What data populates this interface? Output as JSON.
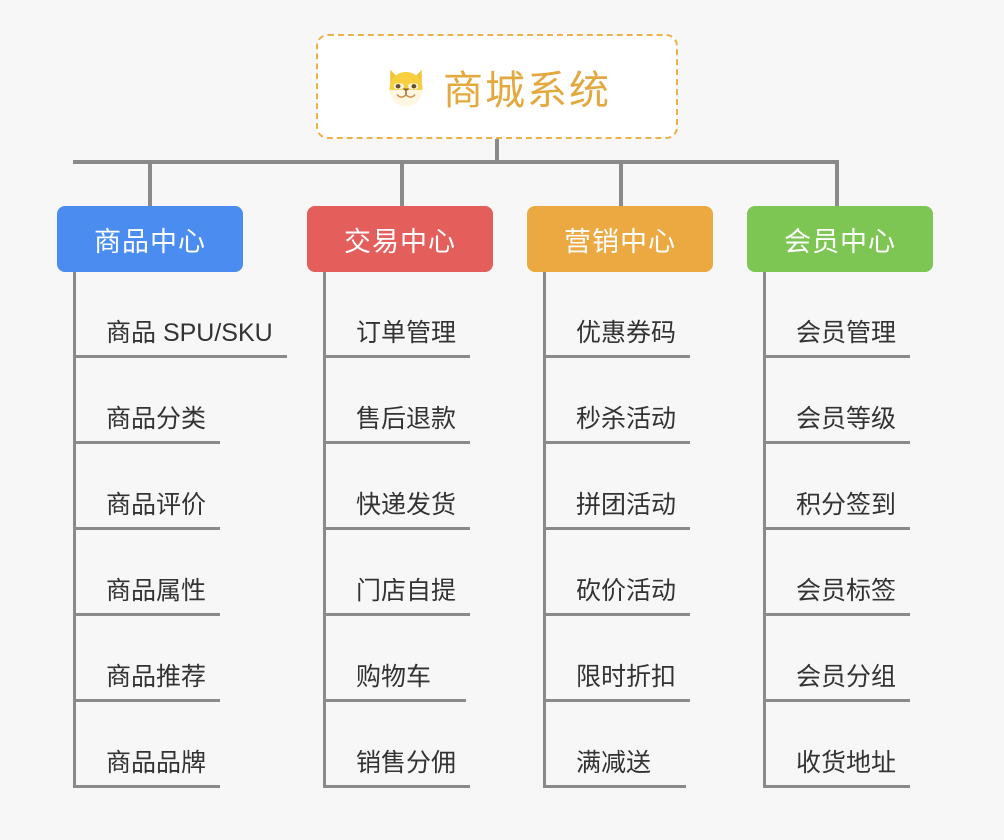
{
  "page": {
    "background_color": "#f7f7f7",
    "line_color": "#8a8a8a",
    "type": "mindmap-org-chart"
  },
  "root": {
    "title": "商城系统",
    "icon": "shiba-dog-face-emoji",
    "text_color": "#e3a83e",
    "border_color": "#eeb04a",
    "background_color": "#ffffff"
  },
  "branches": [
    {
      "label": "商品中心",
      "color": "#4a8cf0",
      "items": [
        "商品 SPU/SKU",
        "商品分类",
        "商品评价",
        "商品属性",
        "商品推荐",
        "商品品牌"
      ]
    },
    {
      "label": "交易中心",
      "color": "#e45e5c",
      "items": [
        "订单管理",
        "售后退款",
        "快递发货",
        "门店自提",
        "购物车",
        "销售分佣"
      ]
    },
    {
      "label": "营销中心",
      "color": "#eca942",
      "items": [
        "优惠券码",
        "秒杀活动",
        "拼团活动",
        "砍价活动",
        "限时折扣",
        "满减送"
      ]
    },
    {
      "label": "会员中心",
      "color": "#7dc653",
      "items": [
        "会员管理",
        "会员等级",
        "积分签到",
        "会员标签",
        "会员分组",
        "收货地址"
      ]
    }
  ]
}
